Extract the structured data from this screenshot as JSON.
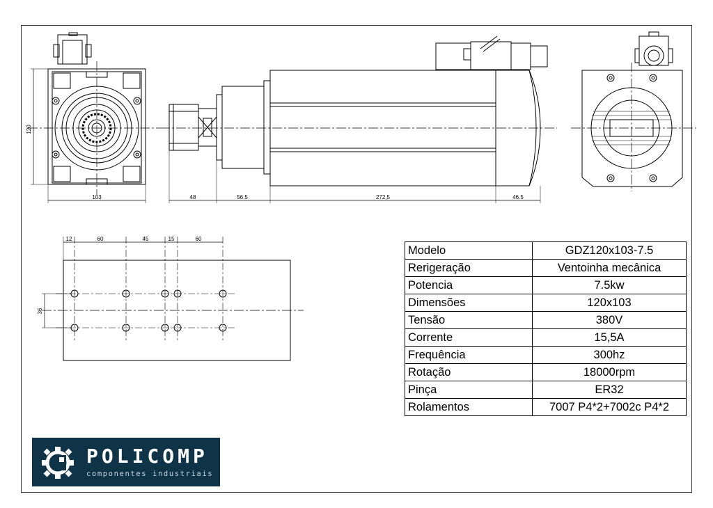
{
  "dimensions": {
    "front_height": "120",
    "front_width": "103",
    "side_segments": [
      "48",
      "56.5",
      "272,5",
      "46.5"
    ],
    "plate_top": [
      "12",
      "60",
      "45",
      "15",
      "60"
    ],
    "plate_left": "36"
  },
  "specs": [
    {
      "label": "Modelo",
      "value": "GDZ120x103-7.5"
    },
    {
      "label": "Rerigeração",
      "value": "Ventoinha mecânica"
    },
    {
      "label": "Potencia",
      "value": "7.5kw"
    },
    {
      "label": "Dimensões",
      "value": "120x103"
    },
    {
      "label": "Tensão",
      "value": "380V"
    },
    {
      "label": "Corrente",
      "value": "15,5A"
    },
    {
      "label": "Frequência",
      "value": "300hz"
    },
    {
      "label": "Rotação",
      "value": "18000rpm"
    },
    {
      "label": "Pinça",
      "value": "ER32"
    },
    {
      "label": "Rolamentos",
      "value": "7007 P4*2+7002c P4*2"
    }
  ],
  "logo": {
    "name": "POLICOMP",
    "tagline": "componentes industriais",
    "background": "#0f3347"
  }
}
